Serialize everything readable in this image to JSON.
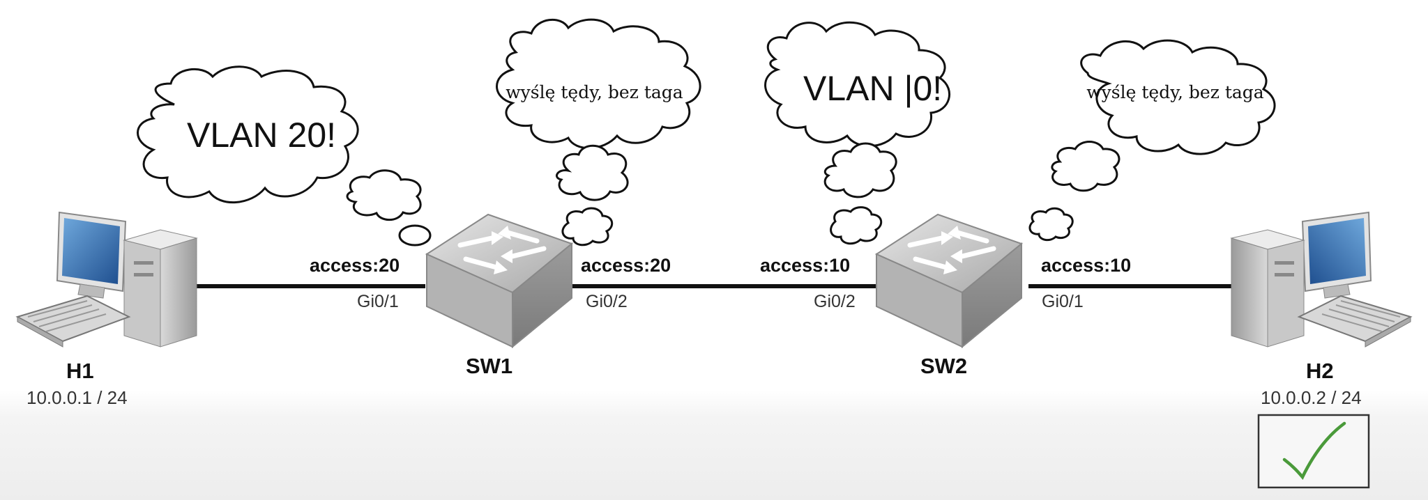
{
  "hosts": {
    "h1": {
      "name": "H1",
      "ip": "10.0.0.1 / 24"
    },
    "h2": {
      "name": "H2",
      "ip": "10.0.0.2 / 24"
    }
  },
  "switches": {
    "sw1": {
      "name": "SW1",
      "left_port": {
        "mode": "access:20",
        "id": "Gi0/1"
      },
      "right_port": {
        "mode": "access:20",
        "id": "Gi0/2"
      }
    },
    "sw2": {
      "name": "SW2",
      "left_port": {
        "mode": "access:10",
        "id": "Gi0/2"
      },
      "right_port": {
        "mode": "access:10",
        "id": "Gi0/1"
      }
    }
  },
  "thoughts": {
    "h1": "VLAN 20!",
    "sw1": "wyślę tędy, bez taga",
    "sw2": "VLAN |0!",
    "h2_side": "wyślę tędy, bez taga"
  },
  "status": {
    "icon": "checkmark-icon",
    "color": "#4a9a3a"
  },
  "colors": {
    "link": "#111111",
    "screen": "#2f6fb5",
    "switch_body": "#bdbdbd"
  }
}
